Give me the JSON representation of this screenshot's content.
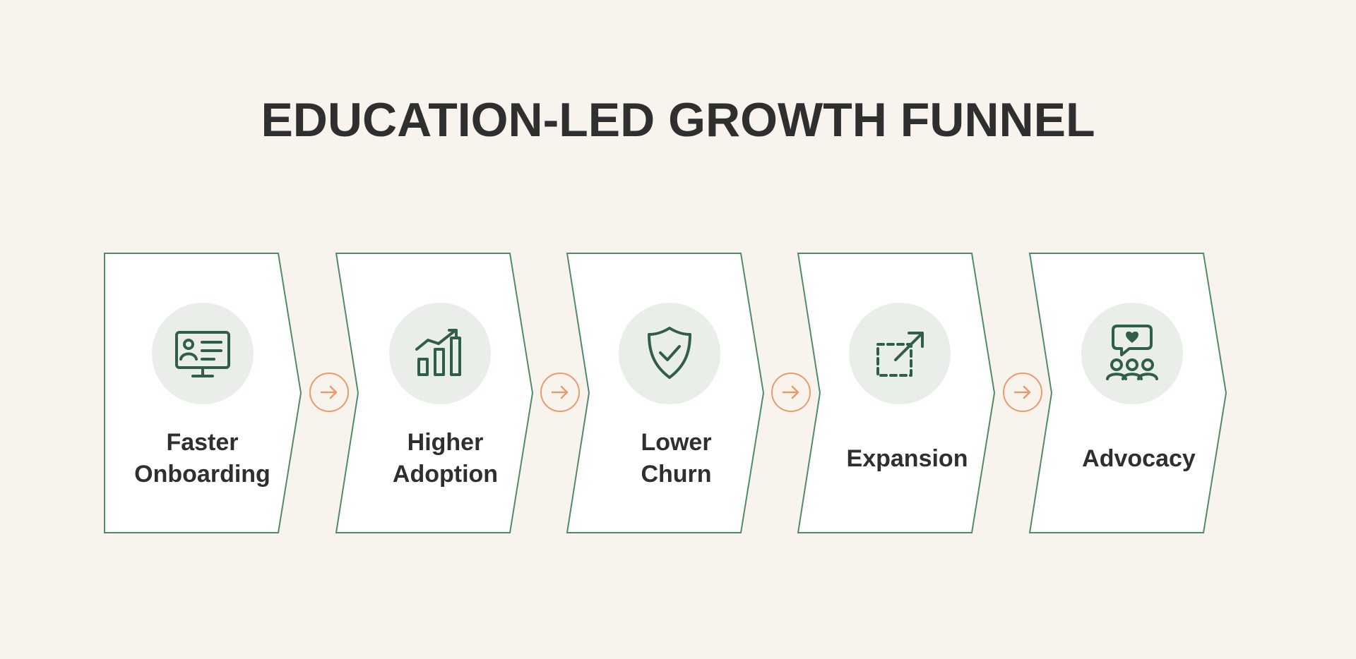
{
  "title": "EDUCATION-LED GROWTH FUNNEL",
  "colors": {
    "background": "#f8f4ed",
    "stage_fill": "#ffffff",
    "stage_border": "#4f8c66",
    "icon_background": "#e9eee9",
    "icon_stroke": "#2f5e4a",
    "connector": "#e99b6c",
    "text": "#2f2f2f"
  },
  "stages": [
    {
      "icon": "monitor-profile-icon",
      "label_lines": [
        "Faster",
        "Onboarding"
      ]
    },
    {
      "icon": "growth-chart-icon",
      "label_lines": [
        "Higher",
        "Adoption"
      ]
    },
    {
      "icon": "shield-check-icon",
      "label_lines": [
        "Lower",
        "Churn"
      ]
    },
    {
      "icon": "expand-arrow-icon",
      "label_lines": [
        "Expansion"
      ]
    },
    {
      "icon": "community-heart-icon",
      "label_lines": [
        "Advocacy"
      ]
    }
  ],
  "connectors": [
    {
      "icon": "arrow-right-icon"
    },
    {
      "icon": "arrow-right-icon"
    },
    {
      "icon": "arrow-right-icon"
    },
    {
      "icon": "arrow-right-icon"
    }
  ]
}
